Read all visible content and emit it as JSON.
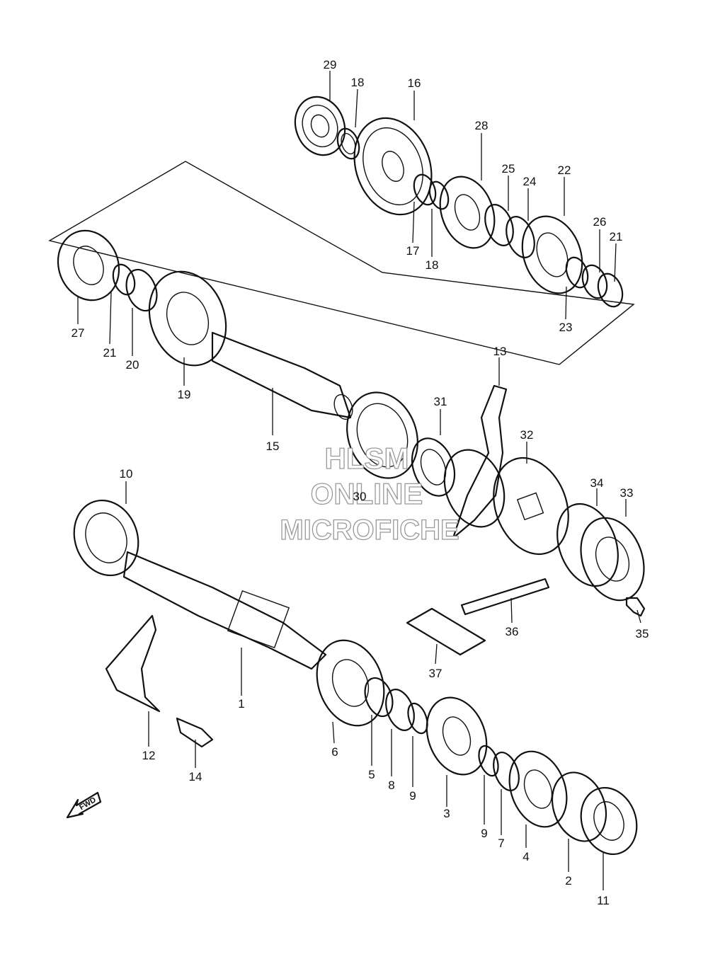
{
  "watermark": {
    "line1": "HLSM",
    "line2": "ONLINE",
    "line3": "MICROFICHE"
  },
  "direction_arrow": {
    "label": "FWD"
  },
  "callouts": {
    "c1": "1",
    "c2": "2",
    "c3": "3",
    "c4": "4",
    "c5": "5",
    "c6": "6",
    "c7": "7",
    "c8": "8",
    "c9a": "9",
    "c9b": "9",
    "c10": "10",
    "c11": "11",
    "c12": "12",
    "c13": "13",
    "c14": "14",
    "c15": "15",
    "c16": "16",
    "c17": "17",
    "c18a": "18",
    "c18b": "18",
    "c19": "19",
    "c20": "20",
    "c21a": "21",
    "c21b": "21",
    "c22": "22",
    "c23": "23",
    "c24": "24",
    "c25": "25",
    "c26": "26",
    "c27": "27",
    "c28": "28",
    "c29": "29",
    "c30": "30",
    "c31": "31",
    "c32": "32",
    "c33": "33",
    "c34": "34",
    "c35": "35",
    "c36": "36",
    "c37": "37"
  }
}
